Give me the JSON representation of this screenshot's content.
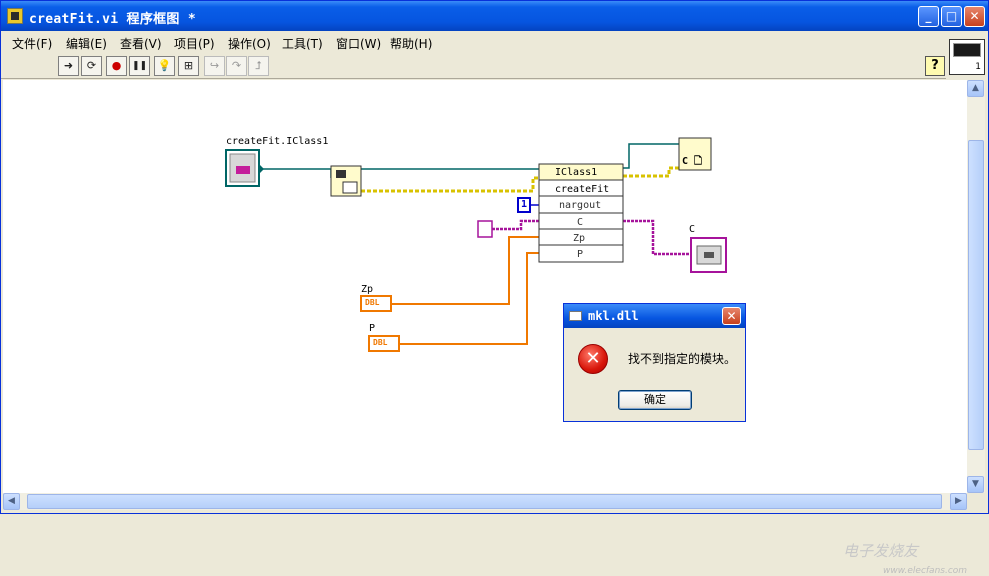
{
  "window": {
    "title": "creatFit.vi 程序框图 *"
  },
  "title_buttons": {
    "minimize": "_",
    "maximize": "□",
    "close": "✕"
  },
  "menu": [
    "文件(F)",
    "编辑(E)",
    "查看(V)",
    "项目(P)",
    "操作(O)",
    "工具(T)",
    "窗口(W)",
    "帮助(H)"
  ],
  "toolbar": {
    "tools": [
      {
        "name": "run-arrow-icon",
        "glyph": "➜"
      },
      {
        "name": "run-continuously-icon",
        "glyph": "⟳"
      },
      {
        "name": "abort-icon",
        "glyph": "●"
      },
      {
        "name": "pause-icon",
        "glyph": "❚❚"
      },
      {
        "name": "highlight-execution-icon",
        "glyph": "💡"
      },
      {
        "name": "retain-wire-values-icon",
        "glyph": "⊞"
      },
      {
        "name": "step-into-icon",
        "glyph": "↪"
      },
      {
        "name": "step-over-icon",
        "glyph": "↷"
      },
      {
        "name": "step-out-icon",
        "glyph": "⮥"
      }
    ],
    "help": "?"
  },
  "icon_pane": {
    "number": "1"
  },
  "diagram": {
    "createfit_ref_label": "createFit.IClass1",
    "invoke_node_class": "IClass1",
    "invoke_node_method": "createFit",
    "invoke_params": [
      "nargout",
      "C",
      "Zp",
      "P"
    ],
    "nargout_const": "1",
    "c_indicator_label": "C",
    "zp_label": "Zp",
    "zp_type": "DBL",
    "p_label": "P",
    "p_type": "DBL",
    "close_ref_glyph": "C 🗋"
  },
  "dialog": {
    "title": "mkl.dll",
    "message": "找不到指定的模块。",
    "ok_label": "确定",
    "icon": "error-icon",
    "icon_glyph": "✕"
  },
  "watermark": {
    "main": "电子发烧友",
    "sub": "www.elecfans.com"
  },
  "colors": {
    "refnum_wire": "#006666",
    "error_wire": "#b5a300",
    "variant_wire": "#a6139b",
    "dbl_wire": "#f07800",
    "int_const": "#0000cc"
  }
}
